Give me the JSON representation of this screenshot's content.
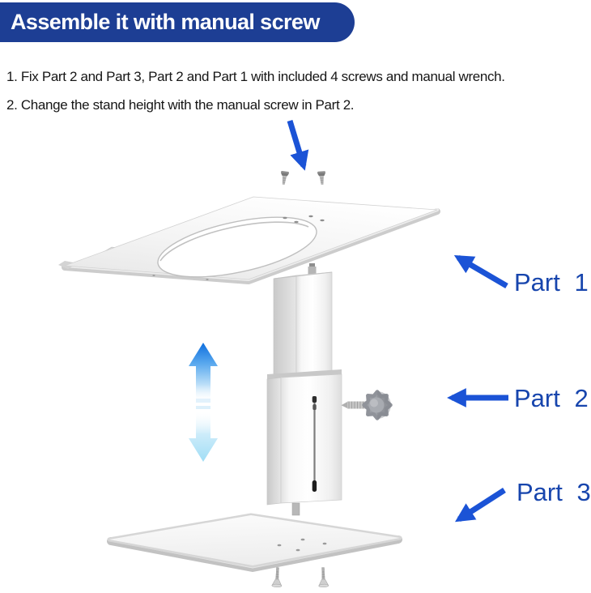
{
  "header": {
    "title": "Assemble it with manual screw"
  },
  "instructions": {
    "step1": "1. Fix Part 2 and Part 3, Part 2 and Part 1 with included 4 screws and manual wrench.",
    "step2": "2. Change the stand height with the manual screw in Part 2."
  },
  "diagram": {
    "part1_label": "Part 1",
    "part2_label": "Part 2",
    "part3_label": "Part 3",
    "screw_count_top": 2,
    "screw_count_bottom": 2,
    "icons": {
      "screws-pointer-arrow-icon": "solid blue arrow pointing down at two screws",
      "part1-arrow-icon": "solid blue arrow pointing up-left at top plate",
      "part2-arrow-icon": "solid blue arrow pointing left at column",
      "part3-arrow-icon": "solid blue arrow pointing down-left at base plate",
      "height-up-arrow-icon": "blue gradient arrow pointing up (raise stand)",
      "height-down-arrow-icon": "cyan gradient arrow pointing down (lower stand)",
      "screw-icon": "small silver machine screw",
      "manual-screw-knob": "gray star-shaped thumb screw knob"
    }
  },
  "theme": {
    "header_bg": "#1d3e94",
    "header_text": "#ffffff",
    "body_text": "#161616",
    "label_blue": "#1745ad",
    "arrow_blue": "#1b53d6",
    "up_arrow_blue": "#0e6ede",
    "down_arrow_cyan": "#a0ddf5",
    "metal_light": "#f8f8f8",
    "metal_mid": "#dcdcdc",
    "metal_dark": "#bfbfbf",
    "knob_gray": "#9b9ea4"
  }
}
